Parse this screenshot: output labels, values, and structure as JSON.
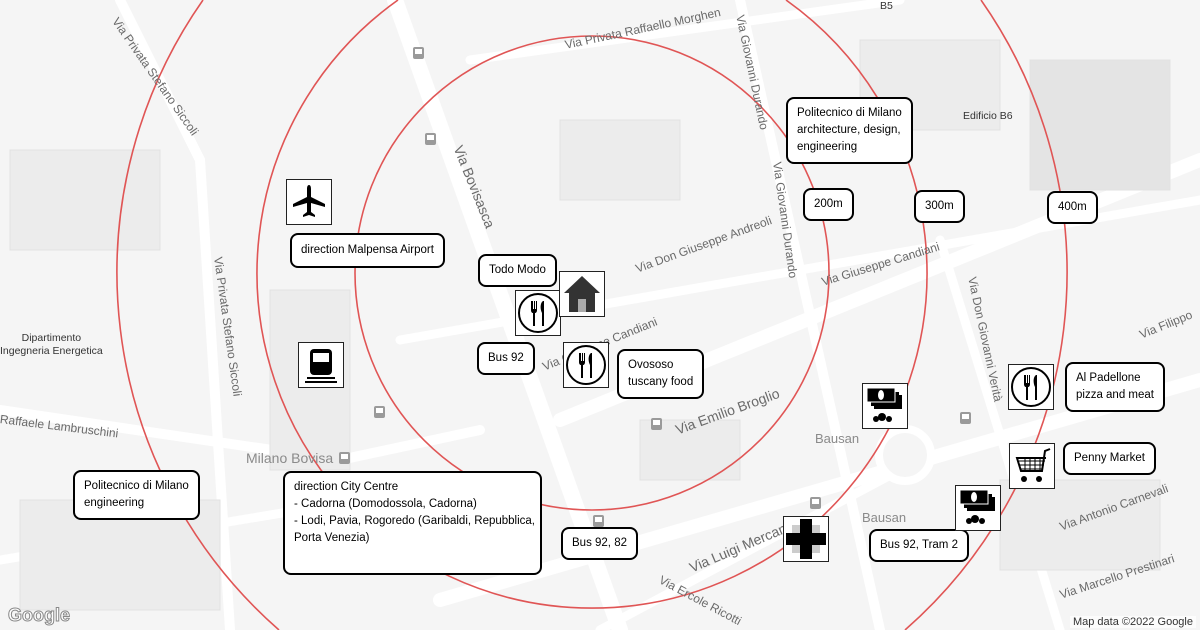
{
  "streets": {
    "s1": "Via Privata Stefano Siccoli",
    "s2": "Via Privata Raffaello Morghen",
    "s3": "Via Giovanni Durando",
    "s4": "Via Privata Stefano Siccoli",
    "s5": "Raffaele Lambruschini",
    "s6": "Via Don Giuseppe Andreoli",
    "s7": "Via Giuseppe Candiani",
    "s8": "Via Emilio Broglio",
    "s9": "Via Luigi Mercantini",
    "s10": "Via Ercole Ricotti",
    "s11": "Via Antonio Carnevali",
    "s12": "Via Marcello Prestinari",
    "s13": "Via Filippo",
    "s14": "Via Don Giovanni Verità",
    "s15": "Via Giuseppe Candiani",
    "s16": "Via Bovisasca",
    "s17": "Via Giovanni Durando"
  },
  "pois": {
    "bovisa": "Milano Bovisa",
    "bausan1": "Bausan",
    "bausan2": "Bausan",
    "dip": "Dipartimento\nIngegneria Energetica",
    "b5": "B5",
    "b6": "Edificio B6"
  },
  "labels": {
    "polimi_arch": "Politecnico di Milano\narchitecture, design,\nengineering",
    "r200": "200m",
    "r300": "300m",
    "r400": "400m",
    "malpensa": "direction Malpensa Airport",
    "todo_modo": "Todo Modo",
    "bus92": "Bus 92",
    "ovososo": "Ovososo\ntuscany food",
    "padellone": "Al Padellone\npizza and meat",
    "penny": "Penny Market",
    "polimi_eng": "Politecnico di Milano\nengineering",
    "city_centre": "direction City Centre\n- Cadorna (Domodossola, Cadorna)\n- Lodi, Pavia, Rogoredo (Garibaldi, Repubblica,\nPorta Venezia)",
    "bus9282": "Bus 92, 82",
    "bus92tram2": "Bus 92, Tram 2"
  },
  "icons": [
    "airplane-icon",
    "train-icon",
    "restaurant-icon",
    "home-icon",
    "atm-icon",
    "shopping-cart-icon",
    "hospital-icon"
  ],
  "colors": {
    "radius_ring": "#e05555",
    "map_bg": "#f5f5f5",
    "road": "#ffffff"
  },
  "footer": {
    "logo": "Google",
    "attribution": "Map data ©2022 Google"
  }
}
